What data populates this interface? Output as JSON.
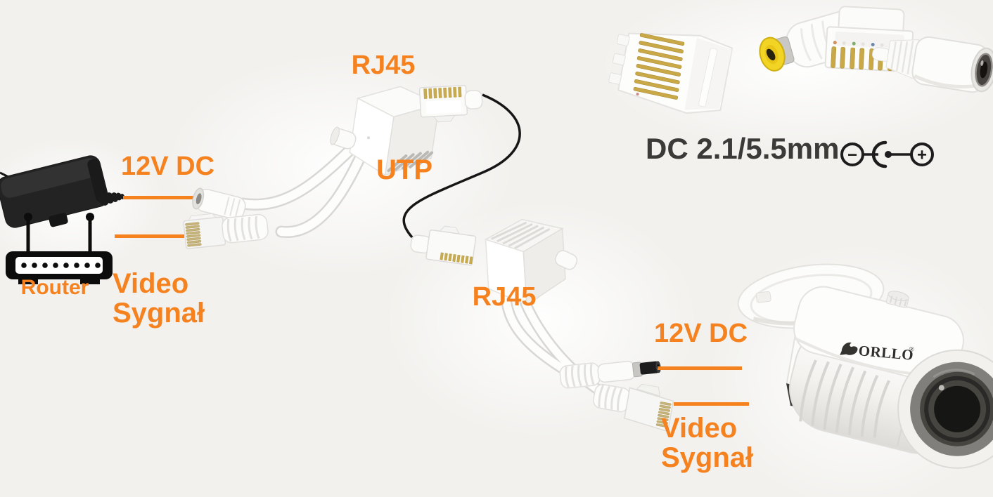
{
  "colors": {
    "background": "#f2f1ee",
    "accent": "#f5821f",
    "dark_text": "#3b3a38",
    "utp_cable": "#161616"
  },
  "left_section": {
    "power_label": "12V DC",
    "router_label": "Router",
    "video_label_line1": "Video",
    "video_label_line2": "Sygnał"
  },
  "injector_top": {
    "rj45_label": "RJ45"
  },
  "cable_label": "UTP",
  "injector_bottom": {
    "rj45_label": "RJ45"
  },
  "camera_section": {
    "power_label": "12V DC",
    "video_label_line1": "Video",
    "video_label_line2": "Sygnał",
    "brand": "ORLLO",
    "registered_mark": "®"
  },
  "connector_photo": {
    "spec_label": "DC 2.1/5.5mm",
    "polarity_minus": "−",
    "polarity_plus": "+"
  }
}
